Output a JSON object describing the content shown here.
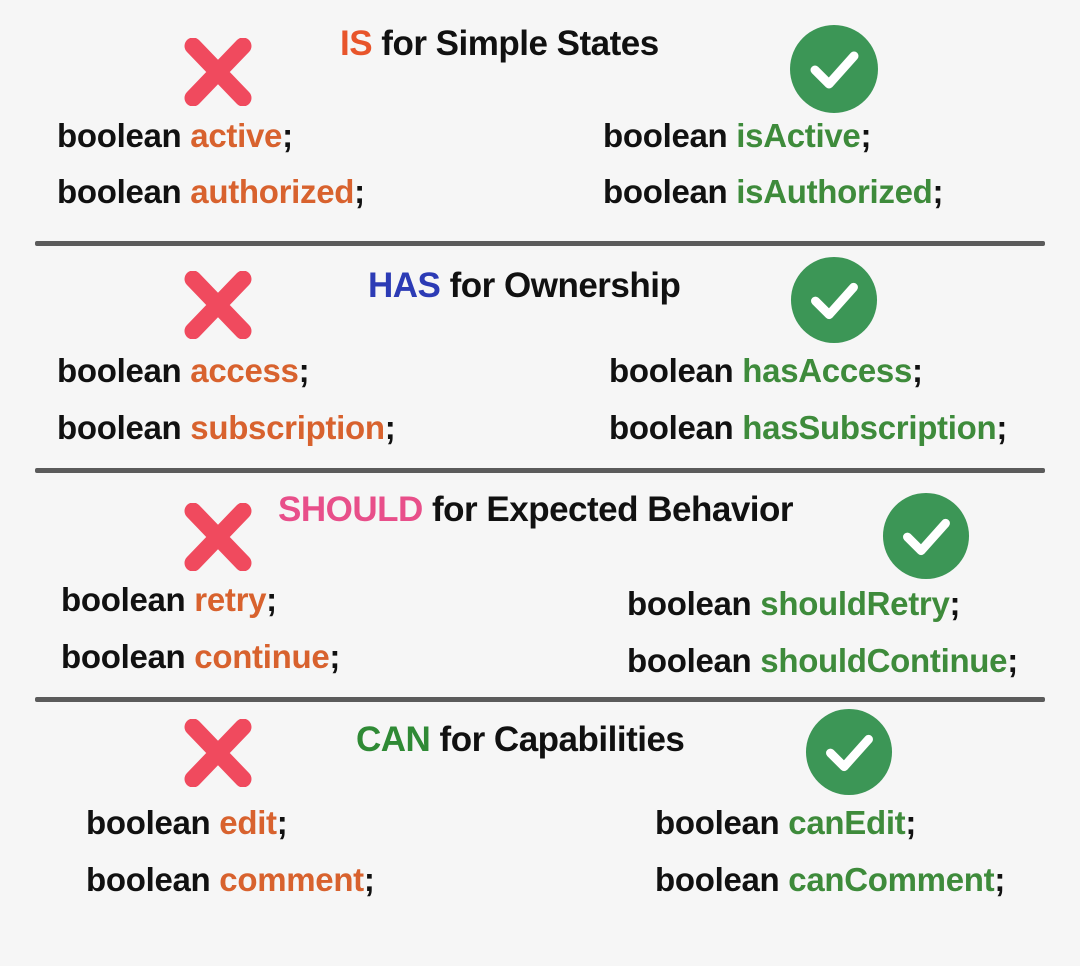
{
  "colors": {
    "is": "#e8552b",
    "has": "#2c3bb5",
    "should": "#e84f8a",
    "can": "#2f8a35",
    "wrong_name": "#d8622e",
    "right_name": "#3e8b3b",
    "cross": "#f04a5e",
    "check_bg": "#3c9656"
  },
  "icons": {
    "wrong": "cross-icon",
    "right": "check-circle-icon"
  },
  "sections": [
    {
      "keyword": "IS",
      "rest": " for Simple States",
      "wrong": [
        {
          "type": "boolean ",
          "name": "active",
          "end": ";"
        },
        {
          "type": "boolean ",
          "name": "authorized",
          "end": ";"
        }
      ],
      "right": [
        {
          "type": "boolean ",
          "name": "isActive",
          "end": ";"
        },
        {
          "type": "boolean ",
          "name": "isAuthorized",
          "end": ";"
        }
      ]
    },
    {
      "keyword": "HAS",
      "rest": " for Ownership",
      "wrong": [
        {
          "type": "boolean ",
          "name": "access",
          "end": ";"
        },
        {
          "type": "boolean ",
          "name": "subscription",
          "end": ";"
        }
      ],
      "right": [
        {
          "type": "boolean ",
          "name": "hasAccess",
          "end": ";"
        },
        {
          "type": "boolean ",
          "name": "hasSubscription",
          "end": ";"
        }
      ]
    },
    {
      "keyword": "SHOULD",
      "rest": " for Expected Behavior",
      "wrong": [
        {
          "type": "boolean ",
          "name": "retry",
          "end": ";"
        },
        {
          "type": "boolean ",
          "name": "continue",
          "end": ";"
        }
      ],
      "right": [
        {
          "type": "boolean ",
          "name": "shouldRetry",
          "end": ";"
        },
        {
          "type": "boolean ",
          "name": "shouldContinue",
          "end": ";"
        }
      ]
    },
    {
      "keyword": "CAN",
      "rest": " for Capabilities",
      "wrong": [
        {
          "type": "boolean ",
          "name": "edit",
          "end": ";"
        },
        {
          "type": "boolean ",
          "name": "comment",
          "end": ";"
        }
      ],
      "right": [
        {
          "type": "boolean ",
          "name": "canEdit",
          "end": ";"
        },
        {
          "type": "boolean ",
          "name": "canComment",
          "end": ";"
        }
      ]
    }
  ]
}
